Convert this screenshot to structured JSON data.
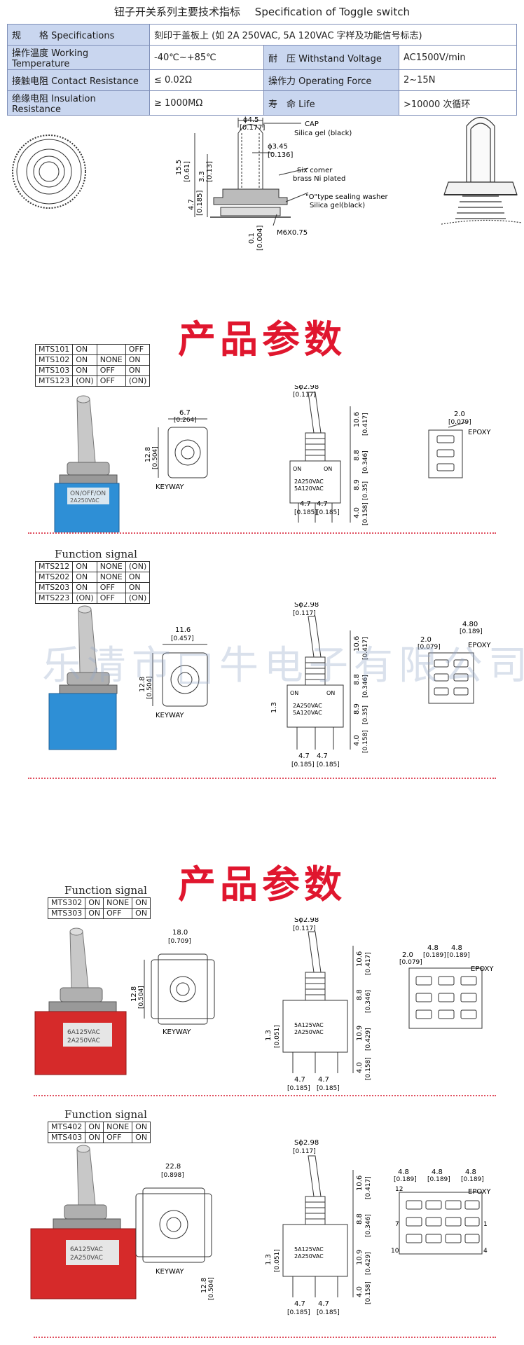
{
  "title": {
    "cn": "钮子开关系列主要技术指标",
    "en": "Specification of Toggle switch"
  },
  "spec_table": {
    "row1": {
      "label": "规　　格 Specifications",
      "value": "刻印于盖板上 (如 2A 250VAC, 5A 120VAC 字样及功能信号标志)"
    },
    "rows": [
      {
        "label1": "操作温度 Working Temperature",
        "value1": "-40℃~+85℃",
        "label2": "耐　压 Withstand Voltage",
        "value2": "AC1500V/min"
      },
      {
        "label1": "接触电阻 Contact Resistance",
        "value1": "≤ 0.02Ω",
        "label2": "操作力 Operating Force",
        "value2": "2~15N"
      },
      {
        "label1": "绝缘电阻 Insulation Resistance",
        "value1": "≥ 1000MΩ",
        "label2": "寿　命 Life",
        "value2": ">10000 次循环"
      }
    ]
  },
  "cap_drawing": {
    "dim_top": "ϕ4.5",
    "dim_top_in": "[0.177]",
    "dim_h": "15.5",
    "dim_h_in": "[0.61]",
    "dim_m": "3.3",
    "dim_m_in": "[0.13]",
    "dim_b": "4.7",
    "dim_b_in": "[0.185]",
    "dim_d": "ϕ3.45",
    "dim_d_in": "[0.136]",
    "dim_t": "0.1",
    "dim_t_in": "[0.004]",
    "cap": "CAP",
    "cap_mat": "Silica gel (black)",
    "six": "Six corner",
    "six_mat": "brass Ni plated",
    "oring": "\"O\"type sealing washer",
    "oring_mat": "Silica gel(black)",
    "thread": "M6X0.75"
  },
  "heading": "产品参数",
  "function_signal": "Function signal",
  "group1": {
    "models": [
      [
        "MTS101",
        "ON",
        "",
        "OFF"
      ],
      [
        "MTS102",
        "ON",
        "NONE",
        "ON"
      ],
      [
        "MTS103",
        "ON",
        "OFF",
        "ON"
      ],
      [
        "MTS123",
        "(ON)",
        "OFF",
        "(ON)"
      ]
    ]
  },
  "group2": {
    "models": [
      [
        "MTS212",
        "ON",
        "NONE",
        "(ON)"
      ],
      [
        "MTS202",
        "ON",
        "NONE",
        "ON"
      ],
      [
        "MTS203",
        "ON",
        "OFF",
        "ON"
      ],
      [
        "MTS223",
        "(ON)",
        "OFF",
        "(ON)"
      ]
    ]
  },
  "group3": {
    "models": [
      [
        "MTS302",
        "ON",
        "NONE",
        "ON"
      ],
      [
        "MTS303",
        "ON",
        "OFF",
        "ON"
      ]
    ]
  },
  "group4": {
    "models": [
      [
        "MTS402",
        "ON",
        "NONE",
        "ON"
      ],
      [
        "MTS403",
        "ON",
        "OFF",
        "ON"
      ]
    ]
  },
  "dims": {
    "w1": "6.7",
    "w1_in": "[0.264]",
    "w2": "11.6",
    "w2_in": "[0.457]",
    "w3": "18.0",
    "w3_in": "[0.709]",
    "w4": "22.8",
    "w4_in": "[0.898]",
    "h": "12.8",
    "h_in": "[0.504]",
    "keyway": "KEYWAY",
    "shaft": "Sϕ2.98",
    "shaft_in": "[0.117]",
    "d106": "10.6",
    "d106_in": "[0.417]",
    "d88": "8.8",
    "d88_in": "[0.346]",
    "d89": "8.9",
    "d89_in": "[0.35]",
    "d109": "10.9",
    "d109_in": "[0.429]",
    "d40": "4.0",
    "d40_in": "[0.158]",
    "d13": "1.3",
    "d13_in": "[0.051]",
    "p47": "4.7",
    "p47_in": "[0.185]",
    "rating_a1": "2A250VAC",
    "rating_a2": "5A120VAC",
    "rating_b1": "5A125VAC",
    "rating_b2": "2A250VAC",
    "on": "ON",
    "epoxy": "EPOXY",
    "e20": "2.0",
    "e20_in": "[0.079]",
    "e48": "4.8",
    "e48_in": "[0.189]",
    "e480": "4.80",
    "pin_nums": [
      "12",
      "7",
      "1",
      "10",
      "4"
    ]
  },
  "switch_print": {
    "a": "ON/OFF/ON",
    "b": "2A250VAC",
    "c": "6A125VAC",
    "d": "2A250VAC"
  },
  "watermark": "乐清市□牛电子有限公司"
}
